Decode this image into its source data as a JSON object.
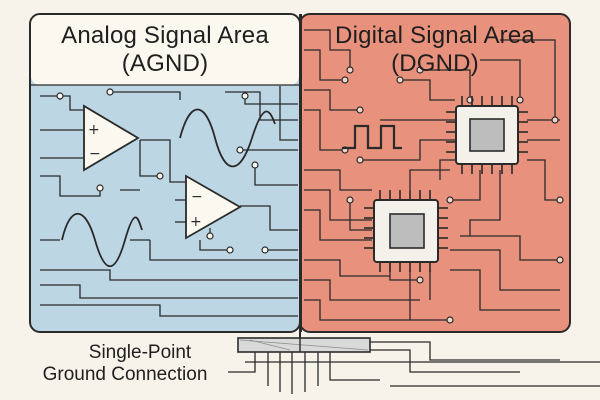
{
  "analog": {
    "title": "Analog Signal Area",
    "subtitle": "(AGND)"
  },
  "digital": {
    "title": "Digital Signal Area",
    "subtitle": "(DGND)"
  },
  "connection": {
    "line1": "Single-Point",
    "line2": "Ground Connection"
  },
  "colors": {
    "analog_fill": "#bcd6e3",
    "digital_fill": "#e8917c",
    "header_fill": "#fbf8f0",
    "ink": "#2a2a2a",
    "paper": "#f7f3ea"
  },
  "icons": [
    "op-amp-icon",
    "sine-wave-icon",
    "square-wave-icon",
    "ic-chip-icon"
  ]
}
